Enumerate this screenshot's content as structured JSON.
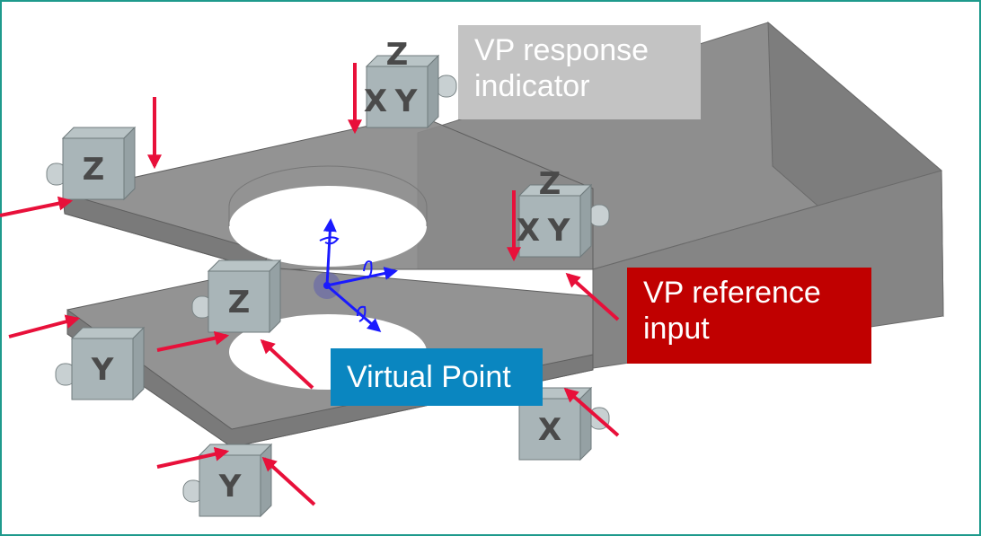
{
  "labels": {
    "response_indicator": "VP response indicator",
    "reference_input": "VP reference input",
    "virtual_point": "Virtual Point"
  },
  "cubes": [
    {
      "name": "sensor-left-back",
      "face_letter": "Z"
    },
    {
      "name": "sensor-top-back",
      "face_letter_1": "Z",
      "face_letter_2": "X",
      "face_letter_3": "Y"
    },
    {
      "name": "sensor-right-middle",
      "face_letter_1": "Z",
      "face_letter_2": "X",
      "face_letter_3": "Y"
    },
    {
      "name": "sensor-center",
      "face_letter": "Z"
    },
    {
      "name": "sensor-left-front",
      "face_letter": "Y"
    },
    {
      "name": "sensor-front",
      "face_letter": "Y"
    },
    {
      "name": "sensor-right-front",
      "face_letter": "X"
    }
  ],
  "colors": {
    "frame": "#1e9a8c",
    "response_indicator_bg": "#c3c3c3",
    "reference_input_bg": "#c00000",
    "virtual_point_bg": "#0a86c0",
    "arrow": "#e8103a",
    "axis": "#1a1aff",
    "body": "#8c8c8c"
  }
}
